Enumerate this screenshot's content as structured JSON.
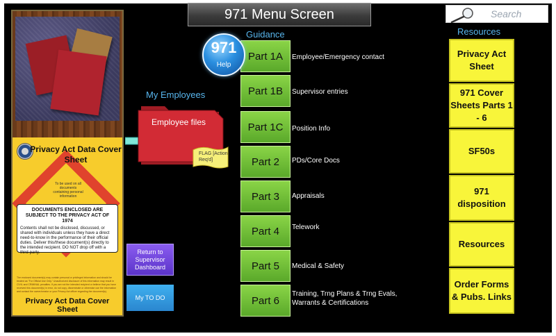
{
  "title": "971 Menu Screen",
  "search": {
    "placeholder": "Search"
  },
  "left_panel": {
    "cover_title": "Privacy Act Data Cover Sheet",
    "diamond_note": "To be used on all documents containing personal information",
    "subject_heading": "DOCUMENTS ENCLOSED ARE SUBJECT TO THE PRIVACY ACT OF 1974",
    "subject_body": "Contents shall not be disclosed, discussed, or shared with individuals unless they have a direct need-to-know in the performance of their official duties. Deliver this/these document(s) directly to the intended recipient. DO NOT drop off with a third-party.",
    "fine_print": "The enclosed document(s) may contain personal or privileged information and should be treated as \"For Official Use Only.\" Unauthorized disclosure of this information may result in CIVIL and CRIMINAL penalties. If you are not the intended recipient or believe that you have received this document(s) in error, do not copy, disseminate or otherwise use the information and contact the owner/creator or your Privacy Act officer regarding the document(s).",
    "cover_footer": "Privacy Act Data Cover Sheet"
  },
  "my_employees": {
    "heading": "My Employees",
    "files_label": "Employee files",
    "flag_label": "FLAG [Action Req'd]"
  },
  "buttons": {
    "return_label": "Return to Supervisor Dashboard",
    "todo_label": "My TO DO"
  },
  "guidance": {
    "heading": "Guidance",
    "help_number": "971",
    "help_label": "Help",
    "parts": [
      {
        "label": "Part 1A",
        "desc": "Employee/Emergency contact"
      },
      {
        "label": "Part 1B",
        "desc": "Supervisor entries"
      },
      {
        "label": "Part 1C",
        "desc": "Position Info"
      },
      {
        "label": "Part 2",
        "desc": "PDs/Core Docs"
      },
      {
        "label": "Part 3",
        "desc": "Appraisals"
      },
      {
        "label": "Part 4",
        "desc": "Telework"
      },
      {
        "label": "Part 5",
        "desc": "Medical & Safety"
      },
      {
        "label": "Part 6",
        "desc": "Training, Trng Plans & Trng Evals, Warrants & Certifications"
      }
    ]
  },
  "resources": {
    "heading": "Resources",
    "items": [
      {
        "label": "Privacy Act Sheet"
      },
      {
        "label": "971 Cover Sheets Parts 1 - 6"
      },
      {
        "label": "SF50s"
      },
      {
        "label": "971 disposition"
      },
      {
        "label": "Resources"
      },
      {
        "label": "Order Forms & Pubs. Links"
      }
    ]
  },
  "colors": {
    "background": "#000000",
    "heading_blue": "#58b6ee",
    "part_green": "#6ebc35",
    "resource_yellow": "#f8f53a",
    "cover_yellow": "#f7cc2c",
    "return_purple": "#6b44dd",
    "todo_blue": "#3399e0"
  }
}
